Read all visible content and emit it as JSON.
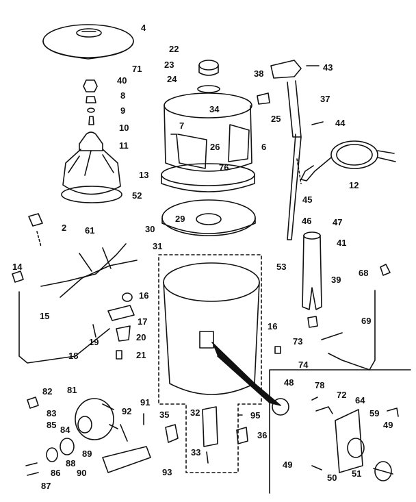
{
  "diagram": {
    "callouts": [
      {
        "id": "c4",
        "text": "4"
      },
      {
        "id": "c71",
        "text": "71"
      },
      {
        "id": "c40",
        "text": "40"
      },
      {
        "id": "c8",
        "text": "8"
      },
      {
        "id": "c9",
        "text": "9"
      },
      {
        "id": "c10",
        "text": "10"
      },
      {
        "id": "c11",
        "text": "11"
      },
      {
        "id": "c22",
        "text": "22"
      },
      {
        "id": "c23",
        "text": "23"
      },
      {
        "id": "c24",
        "text": "24"
      },
      {
        "id": "c34",
        "text": "34"
      },
      {
        "id": "c7",
        "text": "7"
      },
      {
        "id": "c26",
        "text": "26"
      },
      {
        "id": "c25",
        "text": "25"
      },
      {
        "id": "c6",
        "text": "6"
      },
      {
        "id": "c76",
        "text": "76"
      },
      {
        "id": "c13",
        "text": "13"
      },
      {
        "id": "c52",
        "text": "52"
      },
      {
        "id": "c29",
        "text": "29"
      },
      {
        "id": "c30",
        "text": "30"
      },
      {
        "id": "c31",
        "text": "31"
      },
      {
        "id": "c38",
        "text": "38"
      },
      {
        "id": "c43",
        "text": "43"
      },
      {
        "id": "c37",
        "text": "37"
      },
      {
        "id": "c44",
        "text": "44"
      },
      {
        "id": "c12",
        "text": "12"
      },
      {
        "id": "c45",
        "text": "45"
      },
      {
        "id": "c46",
        "text": "46"
      },
      {
        "id": "c47",
        "text": "47"
      },
      {
        "id": "c41",
        "text": "41"
      },
      {
        "id": "c53",
        "text": "53"
      },
      {
        "id": "c39",
        "text": "39"
      },
      {
        "id": "c68",
        "text": "68"
      },
      {
        "id": "c69",
        "text": "69"
      },
      {
        "id": "c2",
        "text": "2"
      },
      {
        "id": "c61",
        "text": "61"
      },
      {
        "id": "c14",
        "text": "14"
      },
      {
        "id": "c15",
        "text": "15"
      },
      {
        "id": "c16a",
        "text": "16"
      },
      {
        "id": "c17",
        "text": "17"
      },
      {
        "id": "c19",
        "text": "19"
      },
      {
        "id": "c20",
        "text": "20"
      },
      {
        "id": "c18",
        "text": "18"
      },
      {
        "id": "c21",
        "text": "21"
      },
      {
        "id": "c16b",
        "text": "16"
      },
      {
        "id": "c73",
        "text": "73"
      },
      {
        "id": "c74",
        "text": "74"
      },
      {
        "id": "c82",
        "text": "82"
      },
      {
        "id": "c81",
        "text": "81"
      },
      {
        "id": "c83",
        "text": "83"
      },
      {
        "id": "c85",
        "text": "85"
      },
      {
        "id": "c84",
        "text": "84"
      },
      {
        "id": "c89",
        "text": "89"
      },
      {
        "id": "c88",
        "text": "88"
      },
      {
        "id": "c86",
        "text": "86"
      },
      {
        "id": "c87",
        "text": "87"
      },
      {
        "id": "c90",
        "text": "90"
      },
      {
        "id": "c91",
        "text": "91"
      },
      {
        "id": "c92",
        "text": "92"
      },
      {
        "id": "c93",
        "text": "93"
      },
      {
        "id": "c35",
        "text": "35"
      },
      {
        "id": "c32",
        "text": "32"
      },
      {
        "id": "c33",
        "text": "33"
      },
      {
        "id": "c95",
        "text": "95"
      },
      {
        "id": "c36",
        "text": "36"
      },
      {
        "id": "c48",
        "text": "48"
      },
      {
        "id": "c78",
        "text": "78"
      },
      {
        "id": "c72",
        "text": "72"
      },
      {
        "id": "c64",
        "text": "64"
      },
      {
        "id": "c59",
        "text": "59"
      },
      {
        "id": "c49a",
        "text": "49"
      },
      {
        "id": "c49b",
        "text": "49"
      },
      {
        "id": "c50",
        "text": "50"
      },
      {
        "id": "c51",
        "text": "51"
      }
    ]
  }
}
